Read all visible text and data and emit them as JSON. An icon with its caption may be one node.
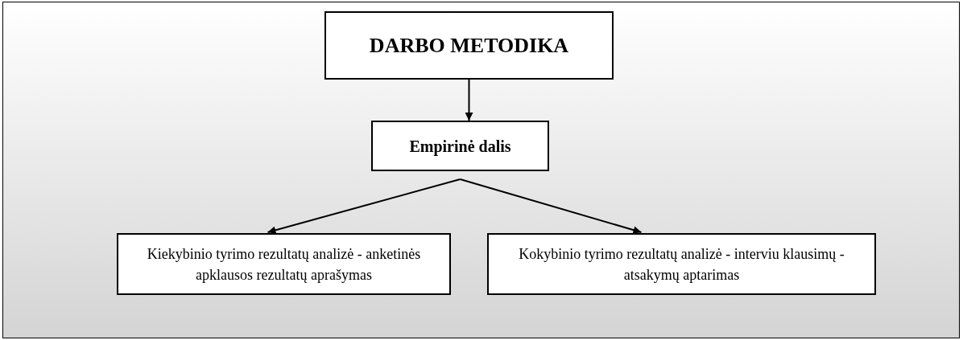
{
  "diagram": {
    "nodes": [
      {
        "text": [
          "DARBO METODIKA"
        ]
      },
      {
        "text": [
          "Empirinė dalis"
        ]
      },
      {
        "text": [
          "Kiekybinio tyrimo rezultatų analizė - anketinės apklausos rezultatų aprašymas"
        ]
      },
      {
        "text": [
          "Kokybinio tyrimo rezultatų analizė - interviu klausimų - atsakymų aptarimas"
        ]
      }
    ],
    "edges": [
      {
        "from": 0,
        "to": 1,
        "arrow": "to"
      },
      {
        "from": 1,
        "to": 2,
        "arrow": "to"
      },
      {
        "from": 1,
        "to": 3,
        "arrow": "to"
      }
    ]
  }
}
